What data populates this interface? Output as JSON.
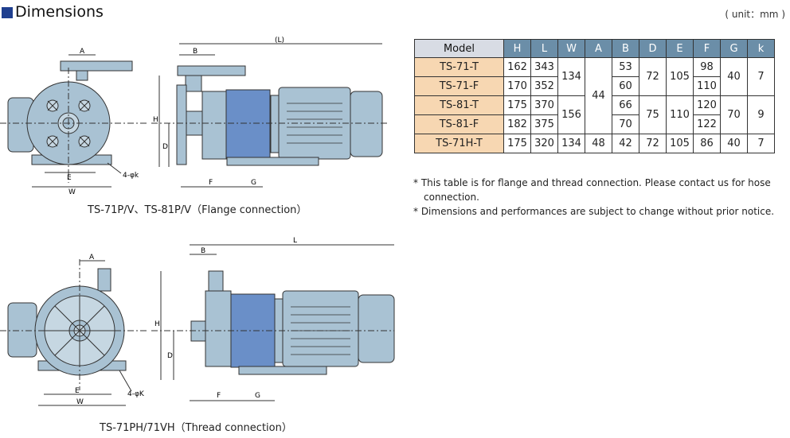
{
  "header": {
    "title": "Dimensions",
    "unit": "( unit：mm )"
  },
  "captions": {
    "flange": "TS-71P/V、TS-81P/V（Flange connection）",
    "thread": "TS-71PH/71VH（Thread connection）"
  },
  "labels": {
    "A": "A",
    "B": "B",
    "L_paren": "(L)",
    "L": "L",
    "H": "H",
    "D": "D",
    "E": "E",
    "W": "W",
    "F": "F",
    "G": "G",
    "hole_flange": "4-φk",
    "hole_thread": "4-φK"
  },
  "table": {
    "headers": [
      "Model",
      "H",
      "L",
      "W",
      "A",
      "B",
      "D",
      "E",
      "F",
      "G",
      "k"
    ],
    "rows": [
      {
        "model": "TS-71-T",
        "H": "162",
        "L": "343",
        "W": "134",
        "A": "44",
        "B": "53",
        "D": "72",
        "E": "105",
        "F": "98",
        "G": "40",
        "k": "7"
      },
      {
        "model": "TS-71-F",
        "H": "170",
        "L": "352",
        "B": "60",
        "F": "110"
      },
      {
        "model": "TS-81-T",
        "H": "175",
        "L": "370",
        "W": "156",
        "B": "66",
        "D": "75",
        "E": "110",
        "F": "120",
        "G": "70",
        "k": "9"
      },
      {
        "model": "TS-81-F",
        "H": "182",
        "L": "375",
        "B": "70",
        "F": "122"
      },
      {
        "model": "TS-71H-T",
        "H": "175",
        "L": "320",
        "W": "134",
        "A": "48",
        "B": "42",
        "D": "72",
        "E": "105",
        "F": "86",
        "G": "40",
        "k": "7"
      }
    ]
  },
  "notes": [
    "* This table is for flange and thread connection. Please contact us for hose",
    "connection.",
    "* Dimensions and performances are subject to change without prior notice."
  ],
  "colors": {
    "pump": "#a9c2d3",
    "motor": "#6a8fc8",
    "line": "#333333",
    "accent": "#1f3f8f"
  }
}
